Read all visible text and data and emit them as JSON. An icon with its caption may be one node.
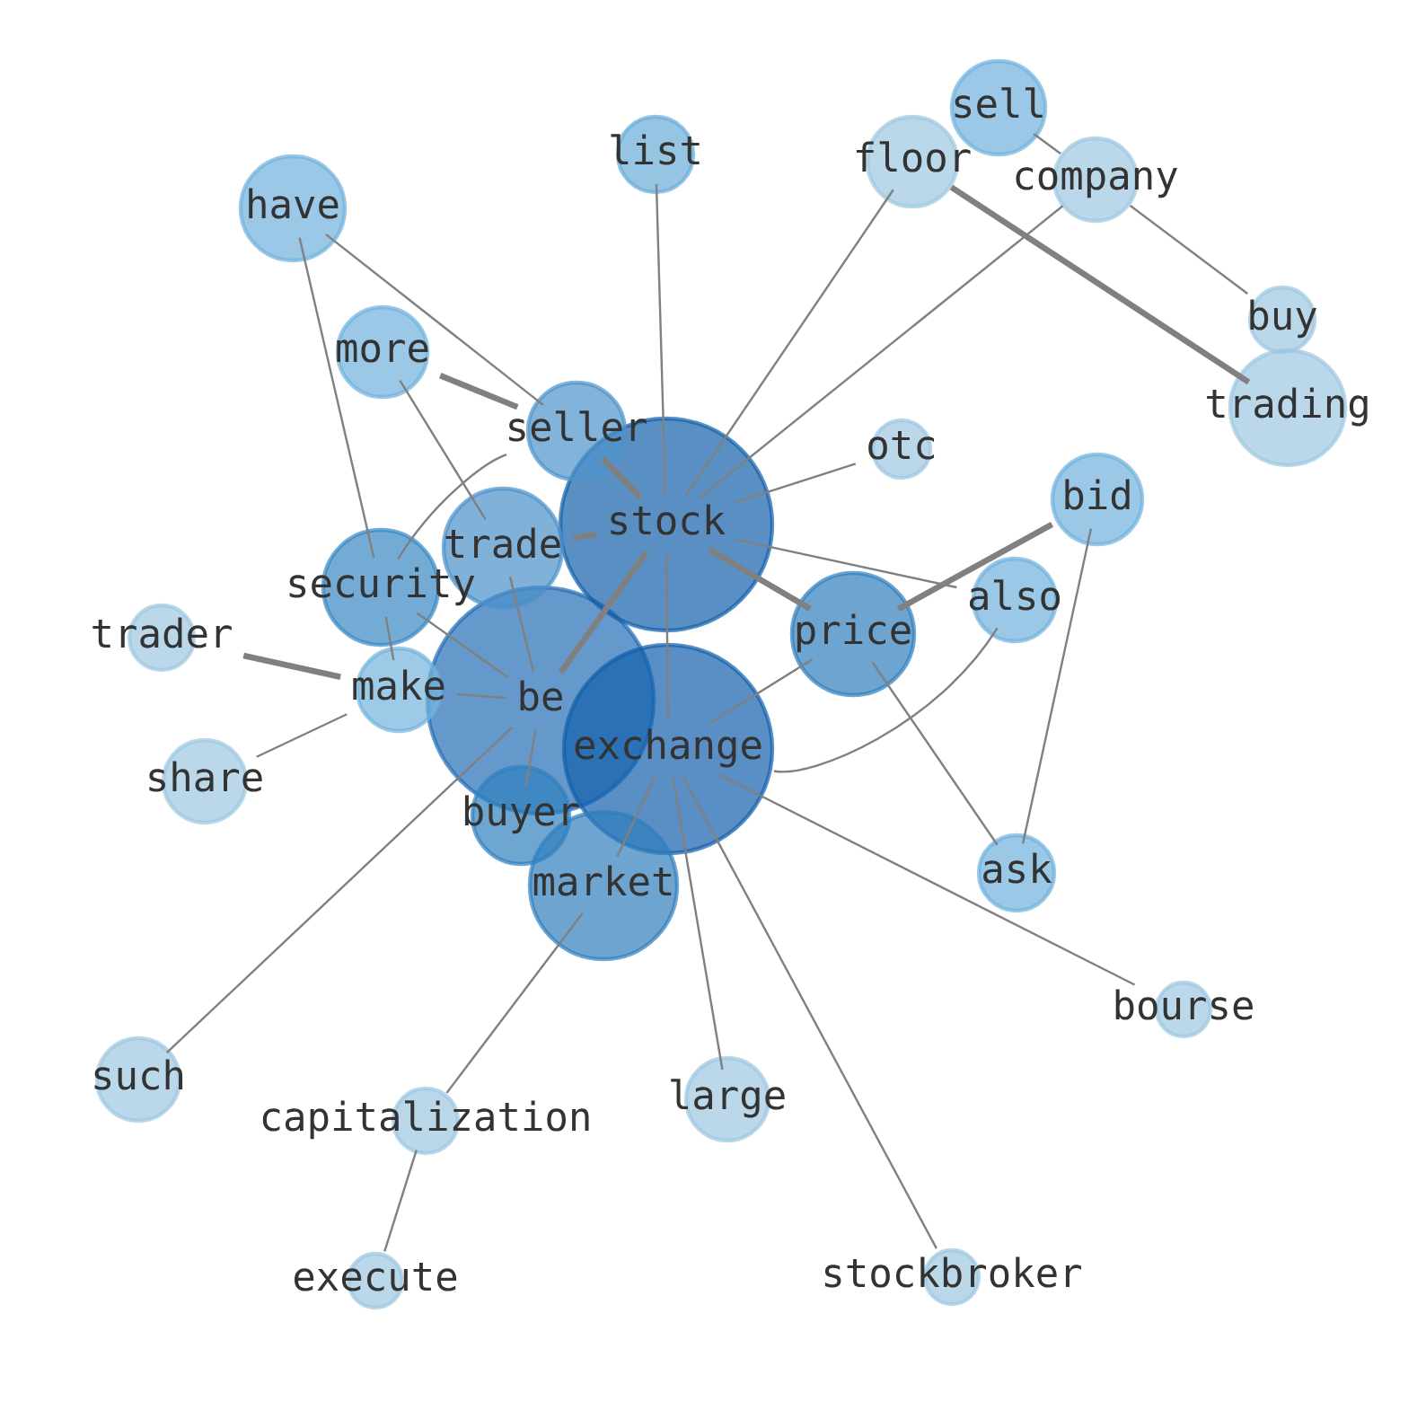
{
  "diagram": {
    "nodes": [
      {
        "text": [
          "sell"
        ]
      },
      {
        "text": [
          "list"
        ]
      },
      {
        "text": [
          "floor"
        ]
      },
      {
        "text": [
          "company"
        ]
      },
      {
        "text": [
          "have"
        ]
      },
      {
        "text": [
          "buy"
        ]
      },
      {
        "text": [
          "more"
        ]
      },
      {
        "text": [
          "trading"
        ]
      },
      {
        "text": [
          "seller"
        ]
      },
      {
        "text": [
          "otc"
        ]
      },
      {
        "text": [
          "bid"
        ]
      },
      {
        "text": [
          "stock"
        ]
      },
      {
        "text": [
          "trade"
        ]
      },
      {
        "text": [
          "security"
        ]
      },
      {
        "text": [
          "also"
        ]
      },
      {
        "text": [
          "price"
        ]
      },
      {
        "text": [
          "trader"
        ]
      },
      {
        "text": [
          "make"
        ]
      },
      {
        "text": [
          "be"
        ]
      },
      {
        "text": [
          "exchange"
        ]
      },
      {
        "text": [
          "share"
        ]
      },
      {
        "text": [
          "buyer"
        ]
      },
      {
        "text": [
          "market"
        ]
      },
      {
        "text": [
          "ask"
        ]
      },
      {
        "text": [
          "bourse"
        ]
      },
      {
        "text": [
          "such"
        ]
      },
      {
        "text": [
          "large"
        ]
      },
      {
        "text": [
          "capitalization"
        ]
      },
      {
        "text": [
          "stockbroker"
        ]
      },
      {
        "text": [
          "execute"
        ]
      }
    ],
    "edges": [
      {
        "from": 0,
        "to": 3,
        "arrow": "none"
      },
      {
        "from": 3,
        "to": 5,
        "arrow": "none"
      },
      {
        "from": 2,
        "to": 7,
        "arrow": "none",
        "style": "thick"
      },
      {
        "from": 2,
        "to": 11,
        "arrow": "none"
      },
      {
        "from": 3,
        "to": 11,
        "arrow": "none"
      },
      {
        "from": 1,
        "to": 11,
        "arrow": "none"
      },
      {
        "from": 4,
        "to": 8,
        "arrow": "none"
      },
      {
        "from": 4,
        "to": 13,
        "arrow": "none"
      },
      {
        "from": 13,
        "to": 17,
        "arrow": "none"
      },
      {
        "from": 6,
        "to": 8,
        "arrow": "none",
        "style": "thick"
      },
      {
        "from": 8,
        "to": 11,
        "arrow": "none",
        "style": "thick"
      },
      {
        "from": 6,
        "to": 12,
        "arrow": "none"
      },
      {
        "from": 8,
        "to": 13,
        "arrow": "none"
      },
      {
        "from": 18,
        "to": 21,
        "arrow": "none"
      },
      {
        "from": 9,
        "to": 11,
        "arrow": "none"
      },
      {
        "from": 10,
        "to": 15,
        "arrow": "none",
        "style": "thick"
      },
      {
        "from": 10,
        "to": 23,
        "arrow": "none"
      },
      {
        "from": 11,
        "to": 12,
        "arrow": "none",
        "style": "thick"
      },
      {
        "from": 11,
        "to": 18,
        "arrow": "none",
        "style": "thick"
      },
      {
        "from": 11,
        "to": 15,
        "arrow": "none",
        "style": "thick"
      },
      {
        "from": 11,
        "to": 14,
        "arrow": "none"
      },
      {
        "from": 11,
        "to": 19,
        "arrow": "none"
      },
      {
        "from": 19,
        "to": 26,
        "arrow": "none"
      },
      {
        "from": 19,
        "to": 22,
        "arrow": "none"
      },
      {
        "from": 12,
        "to": 18,
        "arrow": "none"
      },
      {
        "from": 13,
        "to": 18,
        "arrow": "none"
      },
      {
        "from": 14,
        "to": 19,
        "arrow": "none"
      },
      {
        "from": 15,
        "to": 19,
        "arrow": "none"
      },
      {
        "from": 15,
        "to": 23,
        "arrow": "none"
      },
      {
        "from": 16,
        "to": 17,
        "arrow": "none",
        "style": "thick"
      },
      {
        "from": 17,
        "to": 18,
        "arrow": "none"
      },
      {
        "from": 20,
        "to": 17,
        "arrow": "none"
      },
      {
        "from": 19,
        "to": 24,
        "arrow": "none"
      },
      {
        "from": 19,
        "to": 28,
        "arrow": "none"
      },
      {
        "from": 25,
        "to": 18,
        "arrow": "none"
      },
      {
        "from": 22,
        "to": 27,
        "arrow": "none"
      },
      {
        "from": 27,
        "to": 29,
        "arrow": "none"
      }
    ]
  }
}
